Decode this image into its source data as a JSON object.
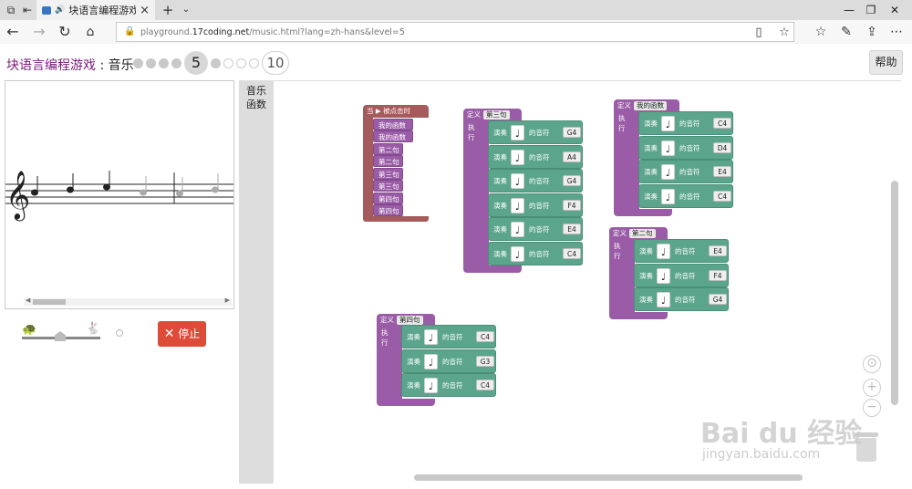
{
  "browser": {
    "tab_title": "块语言编程游戏：音",
    "url_prefix": "playground.",
    "url_domain": "17coding.net",
    "url_suffix": "/music.html?lang=zh-hans&level=5"
  },
  "header": {
    "title": "块语言编程游戏",
    "separator": " : ",
    "subtitle": "音乐",
    "current_level": "5",
    "last_level": "10",
    "help_label": "帮助"
  },
  "controls": {
    "stop_label": "停止",
    "stop_icon": "close-icon"
  },
  "toolbox": {
    "categories": [
      "音乐",
      "函数"
    ]
  },
  "blocks": {
    "when_label": "当",
    "clicked_label": "被点击时",
    "define_label": "定义",
    "exec_label": "执行",
    "play_label": "演奏",
    "note_label": "的音符",
    "note_glyph": "♩",
    "event_calls": [
      "我的函数",
      "我的函数",
      "第二句",
      "第二句",
      "第三句",
      "第三句",
      "第四句",
      "第四句"
    ],
    "fn_third": {
      "name": "第三句",
      "notes": [
        "G4",
        "A4",
        "G4",
        "F4",
        "E4",
        "C4"
      ]
    },
    "fn_mine": {
      "name": "我的函数",
      "notes": [
        "C4",
        "D4",
        "E4",
        "C4"
      ]
    },
    "fn_second": {
      "name": "第二句",
      "notes": [
        "E4",
        "F4",
        "G4"
      ]
    },
    "fn_fourth": {
      "name": "第四句",
      "notes": [
        "C4",
        "G3",
        "C4"
      ]
    }
  },
  "colors": {
    "title_purple": "#7a1b7a",
    "event_block": "#a55b5b",
    "procedure_block": "#9a5ca6",
    "play_block": "#5ba58c",
    "stop_button": "#dd4b39"
  },
  "watermark": {
    "text": "Bai du 经验",
    "sub": "jingyan.baidu.com"
  }
}
